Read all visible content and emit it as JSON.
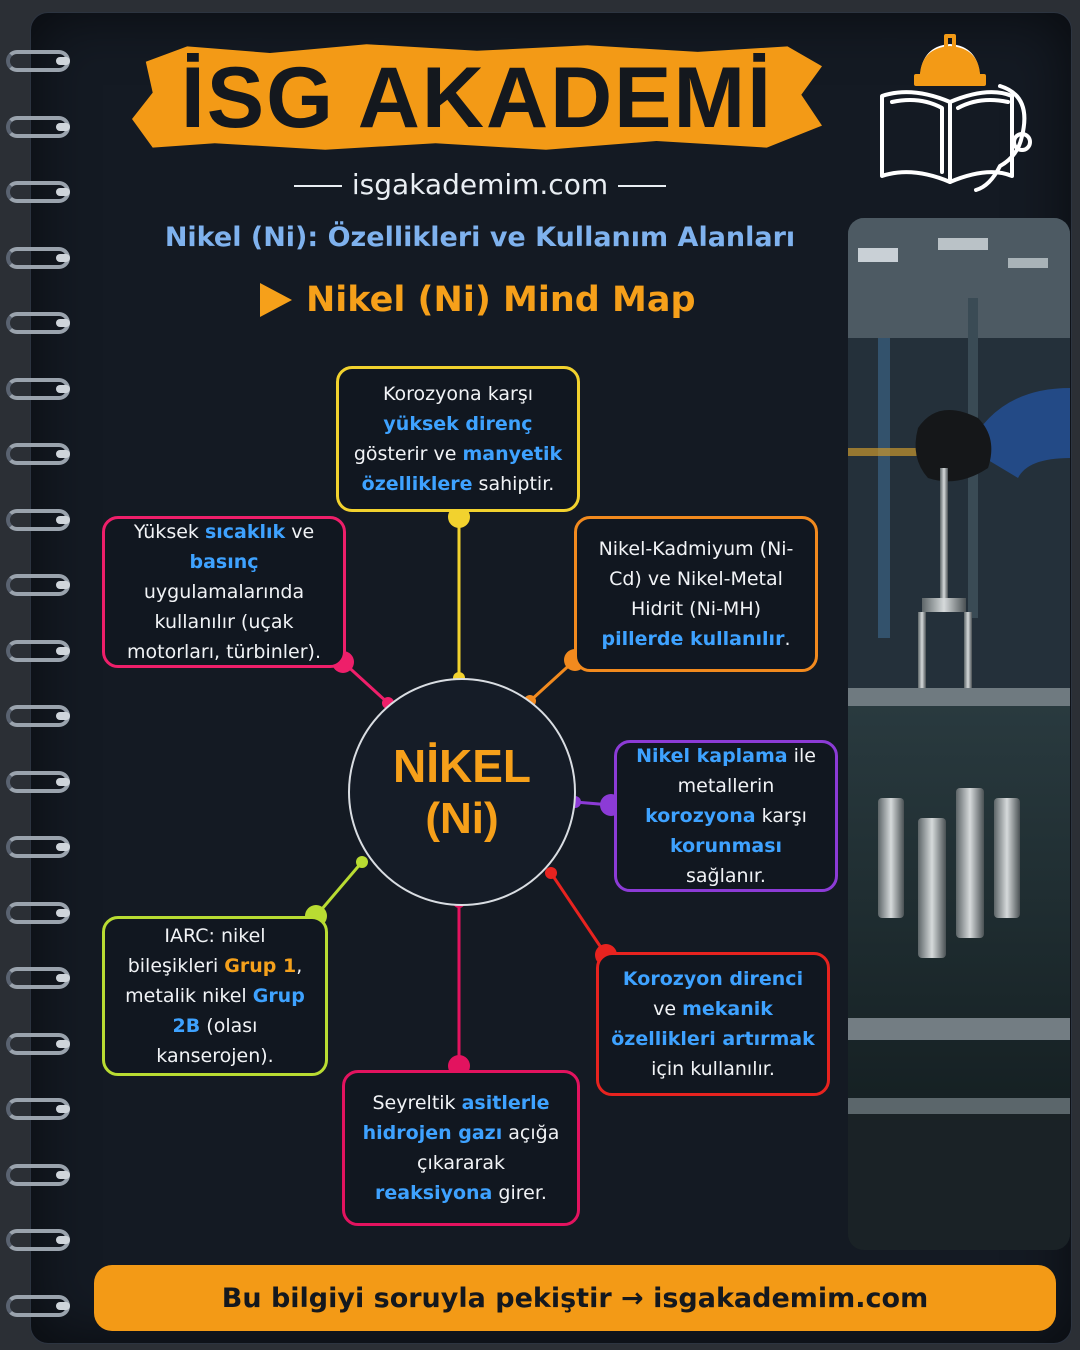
{
  "header": {
    "brand": "İSG AKADEMİ",
    "site": "isgakademim.com",
    "subtitle": "Nikel (Ni): Özellikleri ve Kullanım Alanları",
    "mindmap_title": "Nikel (Ni) Mind Map"
  },
  "center": {
    "line1": "NİKEL",
    "line2": "(Ni)"
  },
  "nodes": {
    "top": {
      "color": "#f2d22e",
      "parts": [
        {
          "t": "Korozyona karşı ",
          "c": ""
        },
        {
          "t": "yüksek direnç",
          "c": "hl"
        },
        {
          "t": " gösterir ve ",
          "c": ""
        },
        {
          "t": "manyetik özelliklere",
          "c": "hl"
        },
        {
          "t": " sahiptir.",
          "c": ""
        }
      ]
    },
    "top_left": {
      "color": "#ee1f6a",
      "parts": [
        {
          "t": "Yüksek ",
          "c": ""
        },
        {
          "t": "sıcaklık",
          "c": "hl"
        },
        {
          "t": " ve ",
          "c": ""
        },
        {
          "t": "basınç",
          "c": "hl"
        },
        {
          "t": " uygulamalarında kullanılır (uçak motorları, türbinler).",
          "c": ""
        }
      ]
    },
    "top_right": {
      "color": "#f28a1e",
      "parts": [
        {
          "t": "Nikel-Kadmiyum (Ni-Cd) ve Nikel-Metal Hidrit (Ni-MH) ",
          "c": ""
        },
        {
          "t": "pillerde kullanılır",
          "c": "hl"
        },
        {
          "t": ".",
          "c": ""
        }
      ]
    },
    "right": {
      "color": "#8c3bd6",
      "parts": [
        {
          "t": "Nikel kaplama",
          "c": "hl"
        },
        {
          "t": " ile metallerin ",
          "c": ""
        },
        {
          "t": "korozyona",
          "c": "hl"
        },
        {
          "t": " karşı ",
          "c": ""
        },
        {
          "t": "korunması",
          "c": "hl"
        },
        {
          "t": " sağlanır.",
          "c": ""
        }
      ]
    },
    "bottom_left": {
      "color": "#b9dc32",
      "parts": [
        {
          "t": "IARC: nikel bileşikleri ",
          "c": ""
        },
        {
          "t": "Grup 1",
          "c": "hlo"
        },
        {
          "t": ", metalik nikel ",
          "c": ""
        },
        {
          "t": "Grup 2B",
          "c": "hl"
        },
        {
          "t": " (olası kanserojen).",
          "c": ""
        }
      ]
    },
    "bottom_right": {
      "color": "#e8231f",
      "parts": [
        {
          "t": "Korozyon direnci",
          "c": "hl"
        },
        {
          "t": " ve ",
          "c": ""
        },
        {
          "t": "mekanik özellikleri artırmak",
          "c": "hl"
        },
        {
          "t": " için kullanılır.",
          "c": ""
        }
      ]
    },
    "bottom": {
      "color": "#e3135f",
      "parts": [
        {
          "t": "Seyreltik ",
          "c": ""
        },
        {
          "t": "asitlerle",
          "c": "hl"
        },
        {
          "t": " ",
          "c": ""
        },
        {
          "t": "hidrojen gazı",
          "c": "hl"
        },
        {
          "t": " açığa çıkararak ",
          "c": ""
        },
        {
          "t": "reaksiyona",
          "c": "hl"
        },
        {
          "t": " girer.",
          "c": ""
        }
      ]
    }
  },
  "footer": {
    "text": "Bu bilgiyi soruyla pekiştir → isgakademim.com"
  },
  "colors": {
    "accent": "#f39a16",
    "highlight": "#3ea2ff",
    "background": "#141a23"
  },
  "icons": {
    "logo": "hardhat-book-stethoscope-icon"
  }
}
